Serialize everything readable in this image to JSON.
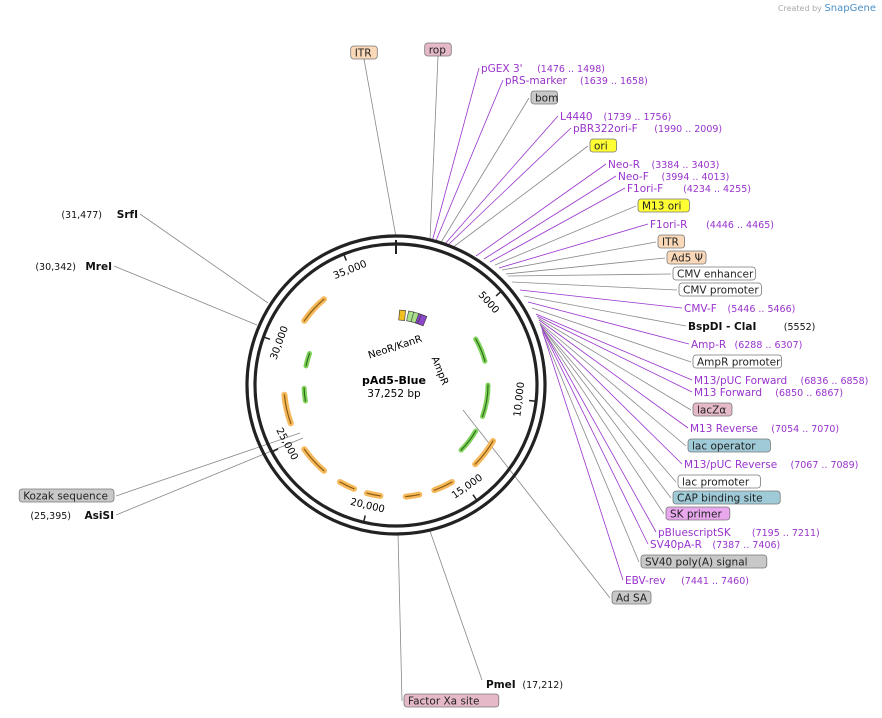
{
  "app": {
    "brand_prefix": "Created by",
    "brand_name": "SnapGene"
  },
  "plasmid": {
    "name": "pAd5-Blue",
    "length": "37,252 bp"
  },
  "ticks": [
    "5000",
    "10,000",
    "15,000",
    "20,000",
    "25,000",
    "30,000",
    "35,000"
  ],
  "inner_labels": [
    "NeoR/KanR",
    "AmpR"
  ],
  "features": [
    {
      "id": "itr-left",
      "label": "ITR",
      "coord": "",
      "style": "box",
      "bg": "#fbd9b8"
    },
    {
      "id": "rop",
      "label": "rop",
      "coord": "",
      "style": "box",
      "bg": "#e5b9c8"
    },
    {
      "id": "pgex-3",
      "label": "pGEX 3'",
      "coord": "(1476 .. 1498)",
      "style": "primer",
      "bg": ""
    },
    {
      "id": "prs-marker",
      "label": "pRS-marker",
      "coord": "(1639 .. 1658)",
      "style": "primer",
      "bg": ""
    },
    {
      "id": "bom",
      "label": "bom",
      "coord": "",
      "style": "box",
      "bg": "#c8c8c8"
    },
    {
      "id": "l4440",
      "label": "L4440",
      "coord": "(1739 .. 1756)",
      "style": "primer",
      "bg": ""
    },
    {
      "id": "pbr322ori-f",
      "label": "pBR322ori-F",
      "coord": "(1990 .. 2009)",
      "style": "primer",
      "bg": ""
    },
    {
      "id": "ori",
      "label": "ori",
      "coord": "",
      "style": "box",
      "bg": "#ffff33"
    },
    {
      "id": "neo-r",
      "label": "Neo-R",
      "coord": "(3384 .. 3403)",
      "style": "primer",
      "bg": ""
    },
    {
      "id": "neo-f",
      "label": "Neo-F",
      "coord": "(3994 .. 4013)",
      "style": "primer",
      "bg": ""
    },
    {
      "id": "f1ori-f",
      "label": "F1ori-F",
      "coord": "(4234 .. 4255)",
      "style": "primer",
      "bg": ""
    },
    {
      "id": "m13-ori",
      "label": "M13 ori",
      "coord": "",
      "style": "box",
      "bg": "#ffff33"
    },
    {
      "id": "f1ori-r",
      "label": "F1ori-R",
      "coord": "(4446 .. 4465)",
      "style": "primer",
      "bg": ""
    },
    {
      "id": "itr-right",
      "label": "ITR",
      "coord": "",
      "style": "box",
      "bg": "#fbd9b8"
    },
    {
      "id": "ad5-psi",
      "label": "Ad5 Ψ",
      "coord": "",
      "style": "box",
      "bg": "#fbd9b8"
    },
    {
      "id": "cmv-enhancer",
      "label": "CMV enhancer",
      "coord": "",
      "style": "box",
      "bg": "#ffffff"
    },
    {
      "id": "cmv-promoter",
      "label": "CMV promoter",
      "coord": "",
      "style": "box",
      "bg": "#ffffff"
    },
    {
      "id": "cmv-f",
      "label": "CMV-F",
      "coord": "(5446 .. 5466)",
      "style": "primer",
      "bg": ""
    },
    {
      "id": "bspdi-clai",
      "label": "BspDI  - ClaI",
      "coord": "(5552)",
      "style": "site",
      "bg": ""
    },
    {
      "id": "amp-r",
      "label": "Amp-R",
      "coord": "(6288 .. 6307)",
      "style": "primer",
      "bg": ""
    },
    {
      "id": "ampr-promoter",
      "label": "AmpR promoter",
      "coord": "",
      "style": "box",
      "bg": "#ffffff"
    },
    {
      "id": "m13-puc-forward",
      "label": "M13/pUC Forward",
      "coord": "(6836 .. 6858)",
      "style": "primer",
      "bg": ""
    },
    {
      "id": "m13-forward",
      "label": "M13 Forward",
      "coord": "(6850 .. 6867)",
      "style": "primer",
      "bg": ""
    },
    {
      "id": "lacz-alpha",
      "label": "lacZα",
      "coord": "",
      "style": "box",
      "bg": "#e5b9c8"
    },
    {
      "id": "m13-reverse",
      "label": "M13 Reverse",
      "coord": "(7054 .. 7070)",
      "style": "primer",
      "bg": ""
    },
    {
      "id": "lac-operator",
      "label": "lac operator",
      "coord": "",
      "style": "box",
      "bg": "#9fcbd8"
    },
    {
      "id": "m13-puc-reverse",
      "label": "M13/pUC Reverse",
      "coord": "(7067 .. 7089)",
      "style": "primer",
      "bg": ""
    },
    {
      "id": "lac-promoter",
      "label": "lac promoter",
      "coord": "",
      "style": "box",
      "bg": "#ffffff"
    },
    {
      "id": "cap-binding-site",
      "label": "CAP binding site",
      "coord": "",
      "style": "box",
      "bg": "#9fcbd8"
    },
    {
      "id": "sk-primer",
      "label": "SK primer",
      "coord": "",
      "style": "box",
      "bg": "#e9a8ee"
    },
    {
      "id": "pbluescriptsk",
      "label": "pBluescriptSK",
      "coord": "(7195 .. 7211)",
      "style": "primer",
      "bg": ""
    },
    {
      "id": "sv40pa-r",
      "label": "SV40pA-R",
      "coord": "(7387 .. 7406)",
      "style": "primer",
      "bg": ""
    },
    {
      "id": "sv40-polya",
      "label": "SV40 poly(A) signal",
      "coord": "",
      "style": "box",
      "bg": "#c8c8c8"
    },
    {
      "id": "ebv-rev",
      "label": "EBV-rev",
      "coord": "(7441 .. 7460)",
      "style": "primer",
      "bg": ""
    },
    {
      "id": "ad-sa",
      "label": "Ad SA",
      "coord": "",
      "style": "box",
      "bg": "#c8c8c8"
    },
    {
      "id": "pmei",
      "label": "PmeI",
      "coord": "(17,212)",
      "style": "site",
      "bg": ""
    },
    {
      "id": "factor-xa-site",
      "label": "Factor Xa site",
      "coord": "",
      "style": "box",
      "bg": "#e5b9c8"
    },
    {
      "id": "asisi",
      "label": "AsiSI",
      "coord": "(25,395)",
      "style": "site-left",
      "bg": ""
    },
    {
      "id": "kozak-sequence",
      "label": "Kozak sequence",
      "coord": "",
      "style": "box",
      "bg": "#c8c8c8"
    },
    {
      "id": "mrei",
      "label": "MreI",
      "coord": "(30,342)",
      "style": "site-left",
      "bg": ""
    },
    {
      "id": "srfi",
      "label": "SrfI",
      "coord": "(31,477)",
      "style": "site-left",
      "bg": ""
    }
  ],
  "colors": {
    "primer": "#9933cc",
    "backbone": "#222222",
    "orange_feature": "#f5b85a",
    "green_feature": "#7fd35a",
    "leader": "#888888"
  }
}
